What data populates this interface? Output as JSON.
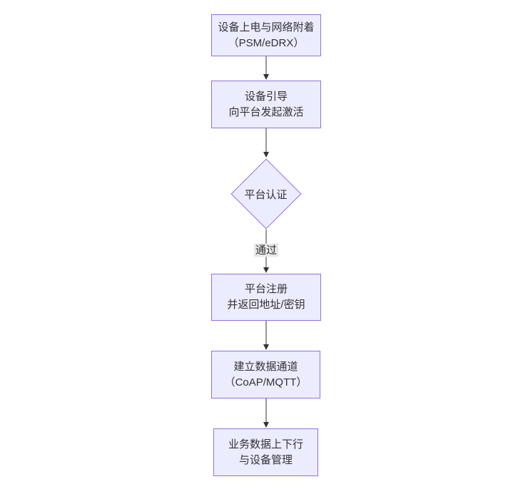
{
  "colors": {
    "background": "#ffffff",
    "node_fill": "#ECECFF",
    "node_border": "#9370DB",
    "node_text": "#333333",
    "edge_line": "#333333",
    "arrowhead": "#333333",
    "edge_label_bg": "#e8e8e8"
  },
  "flowchart": {
    "type": "flowchart",
    "direction": "top-down",
    "nodes": [
      {
        "id": "n1",
        "shape": "rect",
        "line1": "设备上电与网络附着",
        "line2": "（PSM/eDRX）"
      },
      {
        "id": "n2",
        "shape": "rect",
        "line1": "设备引导",
        "line2": "向平台发起激活"
      },
      {
        "id": "n3",
        "shape": "diamond",
        "line1": "平台认证",
        "line2": ""
      },
      {
        "id": "n4",
        "shape": "rect",
        "line1": "平台注册",
        "line2": "并返回地址/密钥"
      },
      {
        "id": "n5",
        "shape": "rect",
        "line1": "建立数据通道",
        "line2": "（CoAP/MQTT）"
      },
      {
        "id": "n6",
        "shape": "rect",
        "line1": "业务数据上下行",
        "line2": "与设备管理"
      }
    ],
    "edges": [
      {
        "from": "n1",
        "to": "n2",
        "label": ""
      },
      {
        "from": "n2",
        "to": "n3",
        "label": ""
      },
      {
        "from": "n3",
        "to": "n4",
        "label": "通过"
      },
      {
        "from": "n4",
        "to": "n5",
        "label": ""
      },
      {
        "from": "n5",
        "to": "n6",
        "label": ""
      }
    ]
  }
}
